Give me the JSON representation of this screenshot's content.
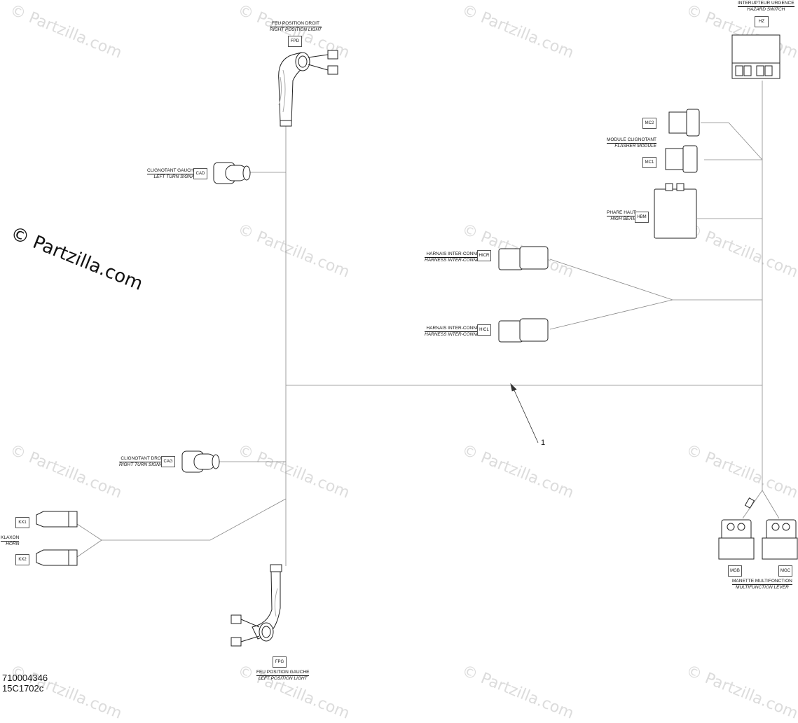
{
  "watermark": {
    "text": "© Partzilla.com",
    "featured": "© Partzilla.com"
  },
  "callout": {
    "number": "1"
  },
  "doc": {
    "line1": "710004346",
    "line2": "15C1702c"
  },
  "components": {
    "fpd": {
      "code": "FPD",
      "fr": "FEU POSITION DROIT",
      "en": "RIGHT POSITION LIGHT"
    },
    "fpg": {
      "code": "FPG",
      "fr": "FEU POSITION GAUCHE",
      "en": "LEFT POSITION LIGHT"
    },
    "cad": {
      "code": "CAD",
      "fr": "CLIGNOTANT GAUCHE",
      "en": "LEFT TURN SIGNAL"
    },
    "cag": {
      "code": "CAG",
      "fr": "CLIGNOTANT DROIT",
      "en": "RIGHT TURN SIGNAL"
    },
    "hz": {
      "code": "HZ",
      "fr": "INTERUPTEUR URGENCE",
      "en": "HAZARD SWITCH"
    },
    "mc": {
      "code2": "MC2",
      "code1": "MC1",
      "fr": "MODULE CLIGNOTANT",
      "en": "FLASHER MODULE"
    },
    "hbm": {
      "code": "HBM",
      "fr": "PHARE HAUT",
      "en": "HIGH BEAM"
    },
    "hicr": {
      "code": "HICR",
      "fr": "HARNAIS INTER-CONNECT",
      "en": "HARNESS INTER-CONNECT"
    },
    "hicl": {
      "code": "HICL",
      "fr": "HARNAIS INTER-CONNECT",
      "en": "HARNESS INTER-CONNECT"
    },
    "kx": {
      "code1": "KX1",
      "code2": "KX2",
      "fr": "KLAXON",
      "en": "HORN"
    },
    "mg": {
      "codeB": "MGB",
      "codeC": "MGC",
      "fr": "MANETTE MULTIFONCTION",
      "en": "MULTIFUNCTION LEVER"
    }
  }
}
